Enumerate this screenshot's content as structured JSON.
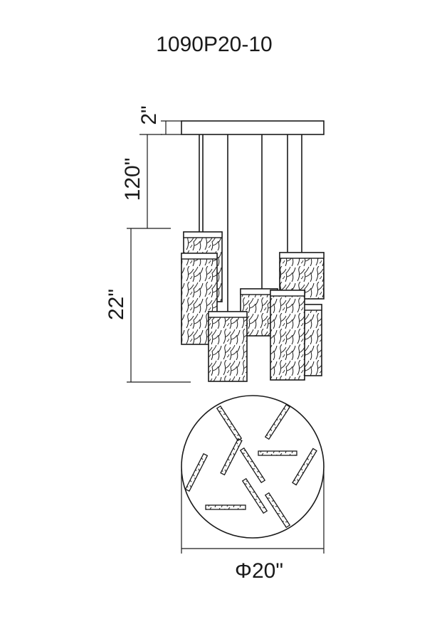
{
  "title": "1090P20-10",
  "dimensions": {
    "canopy_height": "2\"",
    "cord_length": "120\"",
    "fixture_height": "22\"",
    "diameter": "Φ20\""
  },
  "colors": {
    "line": "#1a1a1a",
    "background": "#ffffff"
  }
}
